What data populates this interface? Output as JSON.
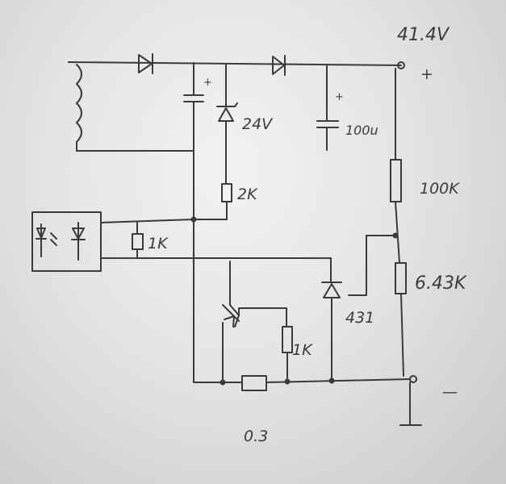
{
  "diagram": {
    "labels": {
      "voltage_out": "41.4V",
      "plus_sign": "+",
      "minus_sign": "—",
      "zener": "24V",
      "cap": "100u",
      "r_2k": "2K",
      "r_100k": "100K",
      "r_643k": "6.43K",
      "r_1k_opto": "1K",
      "r_1k_base": "1K",
      "tl431": "431",
      "r_shunt": "0.3"
    }
  }
}
